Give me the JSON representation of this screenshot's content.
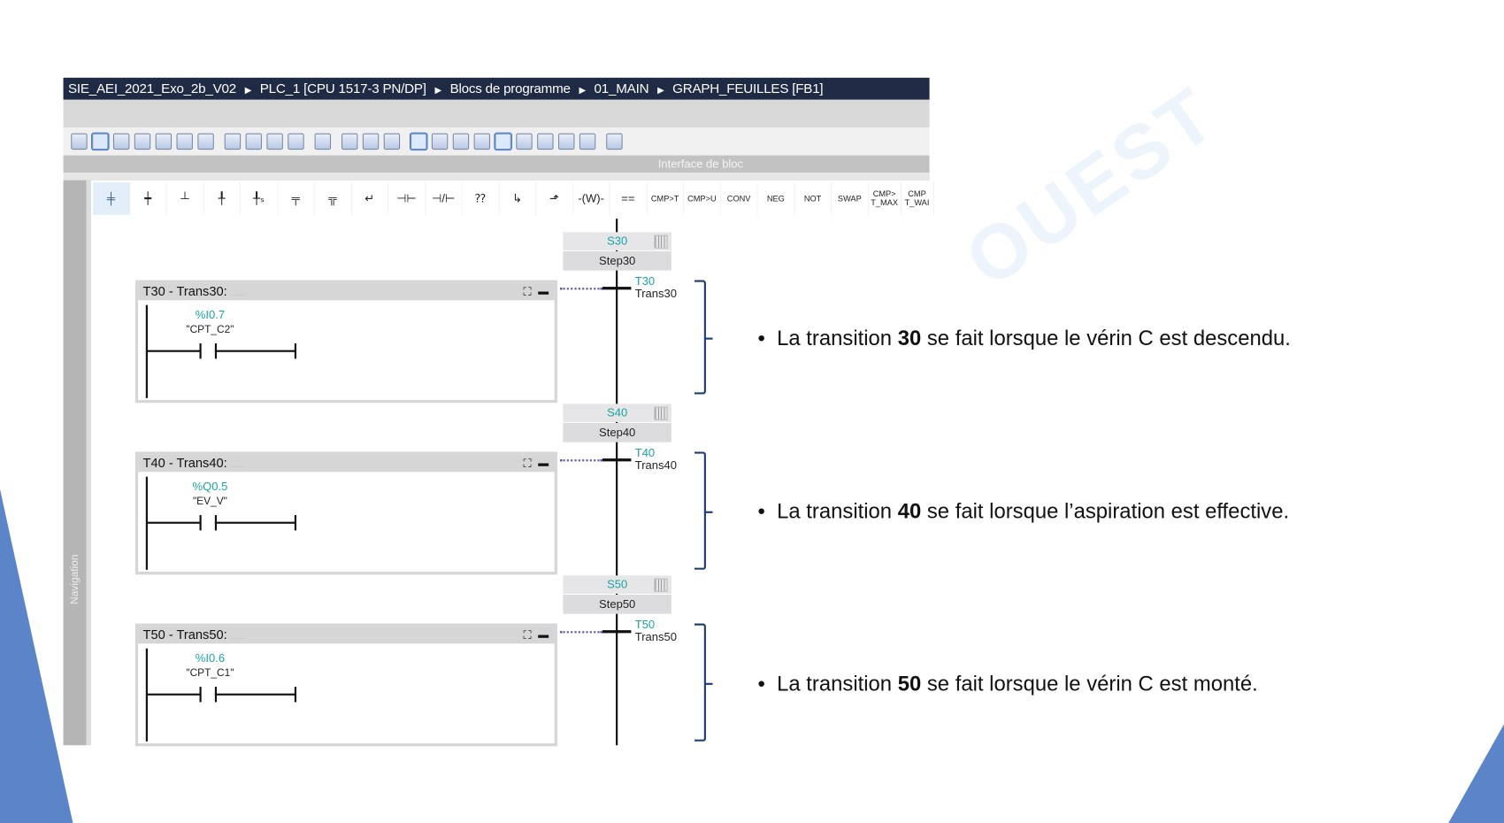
{
  "breadcrumb": [
    "SIE_AEI_2021_Exo_2b_V02",
    "PLC_1 [CPU 1517-3 PN/DP]",
    "Blocs de programme",
    "01_MAIN",
    "GRAPH_FEUILLES [FB1]"
  ],
  "toolbar_icons": [
    "block-view-icon",
    "sequence-view-icon",
    "single-step-icon",
    "permanent-pre-icon",
    "permanent-post-icon",
    "insert-step-icon",
    "delete-step-icon",
    "insert-branch-icon",
    "delete-branch-icon",
    "expand-icon",
    "collapse-icon",
    "absolute-address-icon",
    "list-icon",
    "tag-icon",
    "sync-icon",
    "comment-icon",
    "insert-network-icon",
    "monitor-icon",
    "compare-icon",
    "favorites-icon",
    "go-online-icon",
    "go-offline-icon",
    "download-icon",
    "overview-icon",
    "monitoring-icon"
  ],
  "interface_label": "Interface de bloc",
  "navigation_label": "Navigation",
  "element_toolbar": [
    "step-transition",
    "step",
    "transition",
    "jump",
    "step-s",
    "branch-alt",
    "branch-sim",
    "close-branch",
    "no-contact",
    "nc-contact",
    "empty-box",
    "open-branch",
    "close-branch-2",
    "coil-w",
    "compare"
  ],
  "element_glyphs": [
    "╪",
    "┿",
    "┴",
    "╀",
    "╀ₛ",
    "╤",
    "╦",
    "↵",
    "⊣⊢",
    "⊣/⊢",
    "⁇",
    "↳",
    "⬏",
    "-(W)-",
    "=="
  ],
  "element_text": [
    "CMP>T",
    "CMP>U",
    "CONV",
    "NEG",
    "NOT",
    "SWAP",
    "CMP> T_MAX",
    "CMP T_WAI"
  ],
  "steps": [
    {
      "num": "S30",
      "name": "Step30"
    },
    {
      "num": "S40",
      "name": "Step40"
    },
    {
      "num": "S50",
      "name": "Step50"
    }
  ],
  "transitions": [
    {
      "num": "T30",
      "name": "Trans30",
      "header": "T30 - Trans30:",
      "address": "%I0.7",
      "symbol": "\"CPT_C2\""
    },
    {
      "num": "T40",
      "name": "Trans40",
      "header": "T40 - Trans40:",
      "address": "%Q0.5",
      "symbol": "\"EV_V\""
    },
    {
      "num": "T50",
      "name": "Trans50",
      "header": "T50 - Trans50:",
      "address": "%I0.6",
      "symbol": "\"CPT_C1\""
    }
  ],
  "panel_dash": "......",
  "bullets": [
    {
      "pre": "La transition ",
      "num": "30",
      "post": " se fait lorsque le vérin C est descendu."
    },
    {
      "pre": "La transition ",
      "num": "40",
      "post": " se fait lorsque l’aspiration est effective."
    },
    {
      "pre": "La transition ",
      "num": "50",
      "post": " se fait lorsque le vérin C est monté."
    }
  ],
  "bullet_char": "•",
  "watermark": "OUEST",
  "colors": {
    "title_bar": "#1f2a45",
    "teal": "#1aa3a3",
    "accent_blue": "#5b84c9",
    "bracket": "#1d3e70"
  }
}
